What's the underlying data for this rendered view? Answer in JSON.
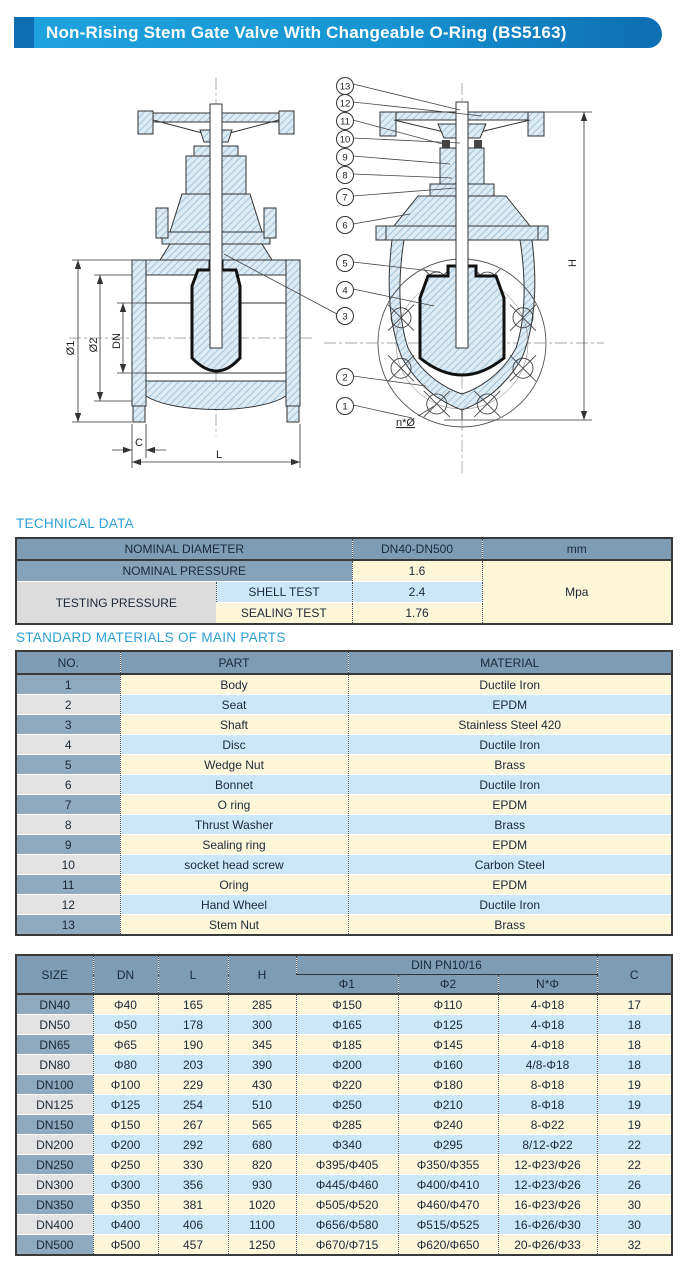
{
  "title": "Non-Rising Stem Gate Valve With Changeable O-Ring (BS5163)",
  "palette": {
    "title_start": "#1ea2de",
    "title_end": "#0d6eb3",
    "heading": "#2c9fd8",
    "header_bg": "#7e9db5",
    "row_cream": "#fdf6d8",
    "row_blue": "#cbe7f8",
    "no_col_odd": "#8fa9be",
    "no_col_even": "#e3e3e3",
    "testing_gray": "#dcdcdc"
  },
  "drawing": {
    "callout_numbers": [
      "13",
      "12",
      "11",
      "10",
      "9",
      "8",
      "7",
      "6",
      "5",
      "4",
      "3",
      "2",
      "1"
    ],
    "labels": {
      "dia1": "Ø1",
      "dia2": "Ø2",
      "dn": "DN",
      "c": "C",
      "l": "L",
      "h": "H",
      "n_holes": "n*Ø"
    }
  },
  "technical_data": {
    "heading": "TECHNICAL DATA",
    "nominal_diameter_label": "NOMINAL DIAMETER",
    "nominal_diameter_value": "DN40-DN500",
    "nominal_diameter_unit": "mm",
    "nominal_pressure_label": "NOMINAL PRESSURE",
    "nominal_pressure_value": "1.6",
    "pressure_unit": "Mpa",
    "testing_pressure_label": "TESTING PRESSURE",
    "shell_test_label": "SHELL TEST",
    "shell_test_value": "2.4",
    "sealing_test_label": "SEALING TEST",
    "sealing_test_value": "1.76"
  },
  "materials": {
    "heading": "STANDARD MATERIALS OF MAIN PARTS",
    "columns": {
      "no": "NO.",
      "part": "PART",
      "material": "MATERIAL"
    },
    "rows": [
      [
        "1",
        "Body",
        "Ductile Iron"
      ],
      [
        "2",
        "Seat",
        "EPDM"
      ],
      [
        "3",
        "Shaft",
        "Stainless Steel 420"
      ],
      [
        "4",
        "Disc",
        "Ductile Iron"
      ],
      [
        "5",
        "Wedge Nut",
        "Brass"
      ],
      [
        "6",
        "Bonnet",
        "Ductile Iron"
      ],
      [
        "7",
        "O ring",
        "EPDM"
      ],
      [
        "8",
        "Thrust Washer",
        "Brass"
      ],
      [
        "9",
        "Sealing ring",
        "EPDM"
      ],
      [
        "10",
        "socket head screw",
        "Carbon Steel"
      ],
      [
        "11",
        "Oring",
        "EPDM"
      ],
      [
        "12",
        "Hand Wheel",
        "Ductile Iron"
      ],
      [
        "13",
        "Stem Nut",
        "Brass"
      ]
    ]
  },
  "sizes": {
    "columns": {
      "size": "SIZE",
      "dn": "DN",
      "l": "L",
      "h": "H",
      "group": "DIN PN10/16",
      "phi1": "Φ1",
      "phi2": "Φ2",
      "nphi": "N*Φ",
      "c": "C"
    },
    "rows": [
      [
        "DN40",
        "Φ40",
        "165",
        "285",
        "Φ150",
        "Φ110",
        "4-Φ18",
        "17"
      ],
      [
        "DN50",
        "Φ50",
        "178",
        "300",
        "Φ165",
        "Φ125",
        "4-Φ18",
        "18"
      ],
      [
        "DN65",
        "Φ65",
        "190",
        "345",
        "Φ185",
        "Φ145",
        "4-Φ18",
        "18"
      ],
      [
        "DN80",
        "Φ80",
        "203",
        "390",
        "Φ200",
        "Φ160",
        "4/8-Φ18",
        "18"
      ],
      [
        "DN100",
        "Φ100",
        "229",
        "430",
        "Φ220",
        "Φ180",
        "8-Φ18",
        "19"
      ],
      [
        "DN125",
        "Φ125",
        "254",
        "510",
        "Φ250",
        "Φ210",
        "8-Φ18",
        "19"
      ],
      [
        "DN150",
        "Φ150",
        "267",
        "565",
        "Φ285",
        "Φ240",
        "8-Φ22",
        "19"
      ],
      [
        "DN200",
        "Φ200",
        "292",
        "680",
        "Φ340",
        "Φ295",
        "8/12-Φ22",
        "22"
      ],
      [
        "DN250",
        "Φ250",
        "330",
        "820",
        "Φ395/Φ405",
        "Φ350/Φ355",
        "12-Φ23/Φ26",
        "22"
      ],
      [
        "DN300",
        "Φ300",
        "356",
        "930",
        "Φ445/Φ460",
        "Φ400/Φ410",
        "12-Φ23/Φ26",
        "26"
      ],
      [
        "DN350",
        "Φ350",
        "381",
        "1020",
        "Φ505/Φ520",
        "Φ460/Φ470",
        "16-Φ23/Φ26",
        "30"
      ],
      [
        "DN400",
        "Φ400",
        "406",
        "1100",
        "Φ656/Φ580",
        "Φ515/Φ525",
        "16-Φ26/Φ30",
        "30"
      ],
      [
        "DN500",
        "Φ500",
        "457",
        "1250",
        "Φ670/Φ715",
        "Φ620/Φ650",
        "20-Φ26/Φ33",
        "32"
      ]
    ]
  }
}
